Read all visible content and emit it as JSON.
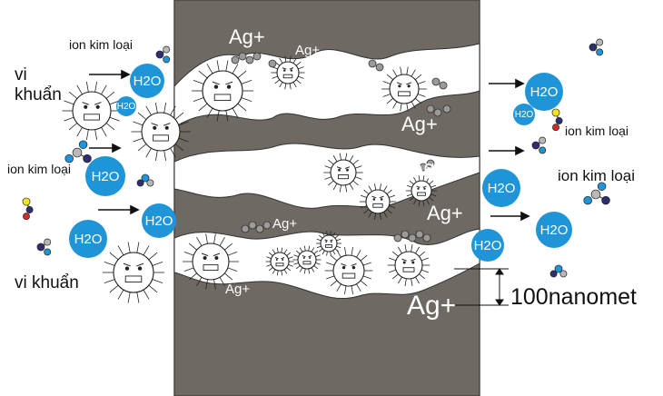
{
  "labels": {
    "vi_khuan": "vi khuẩn",
    "ion_kim_loai": "ion kim loại",
    "h2o": "H2O",
    "ag_plus": "Ag+",
    "nanomet": "100nanomet"
  },
  "colors": {
    "filter": "#6e6962",
    "filter_edge": "#4a4540",
    "water": "#1f95d8",
    "ion_blue": "#1f95d8",
    "ion_navy": "#2d2f6e",
    "ion_gray": "#b8b8b8",
    "ion_red": "#d42a2a",
    "ion_yellow": "#f5e51a",
    "silver": "#9c9a98"
  },
  "icons": [
    "bacteria-icon",
    "water-molecule-icon",
    "metal-ion-icon",
    "arrow-icon",
    "silver-nanoparticle-icon"
  ]
}
